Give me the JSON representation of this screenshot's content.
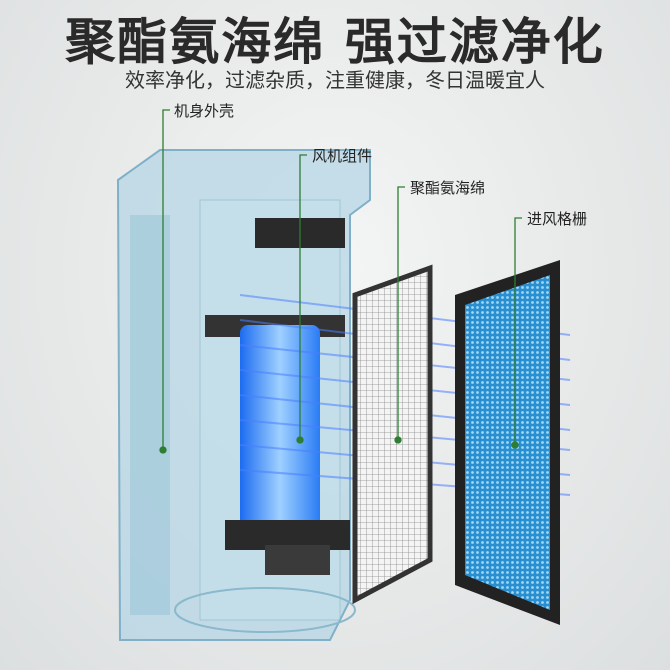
{
  "title": "聚酯氨海绵 强过滤净化",
  "subtitle": "效率净化，过滤杂质，注重健康，冬日温暖宜人",
  "callouts": [
    {
      "label": "机身外壳"
    },
    {
      "label": "风机组件"
    },
    {
      "label": "聚酯氨海绵"
    },
    {
      "label": "进风格栅"
    }
  ],
  "colors": {
    "leader": "#2e7d32",
    "airflow": "#4a7dff",
    "housing": "#a9cfe0"
  }
}
